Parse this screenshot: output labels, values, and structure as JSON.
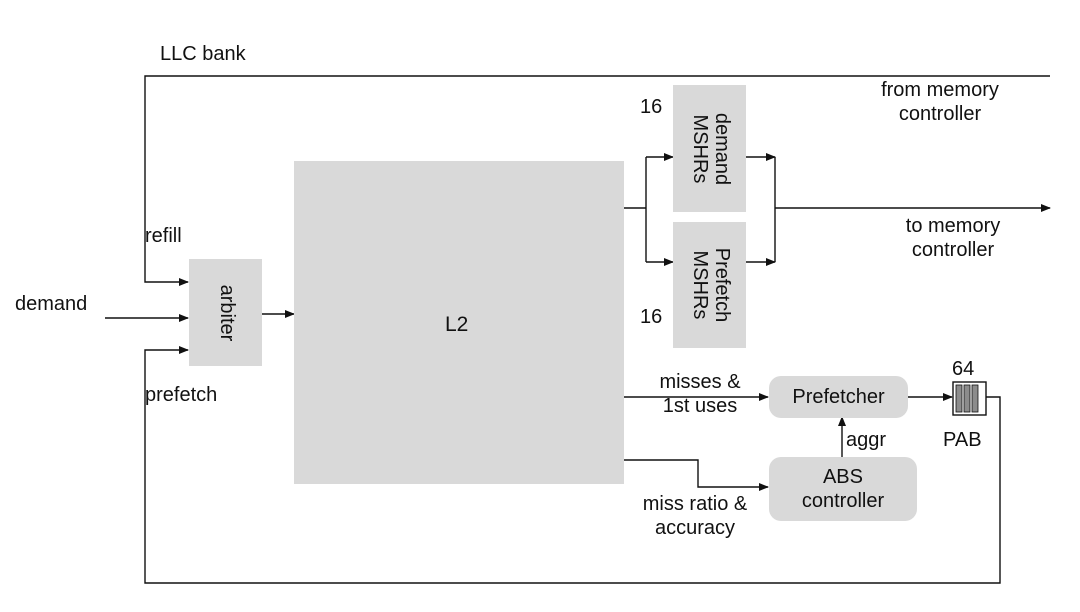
{
  "labels": {
    "llc_bank": "LLC bank",
    "from_memory": "from memory\ncontroller",
    "to_memory": "to memory\ncontroller",
    "refill": "refill",
    "demand": "demand",
    "prefetch": "prefetch",
    "misses": "misses &\n1st uses",
    "miss_ratio": "miss ratio &\naccuracy",
    "aggr": "aggr",
    "pab": "PAB",
    "pab_size": "64",
    "demand_mshr_count": "16",
    "prefetch_mshr_count": "16"
  },
  "blocks": {
    "arbiter": "arbiter",
    "l2": "L2",
    "demand_mshrs": "demand\nMSHRs",
    "prefetch_mshrs": "Prefetch\nMSHRs",
    "prefetcher": "Prefetcher",
    "abs_controller": "ABS\ncontroller"
  },
  "colors": {
    "block_fill": "#d9d9d9",
    "line": "#111111",
    "pab_slot": "#8c8c8c"
  }
}
